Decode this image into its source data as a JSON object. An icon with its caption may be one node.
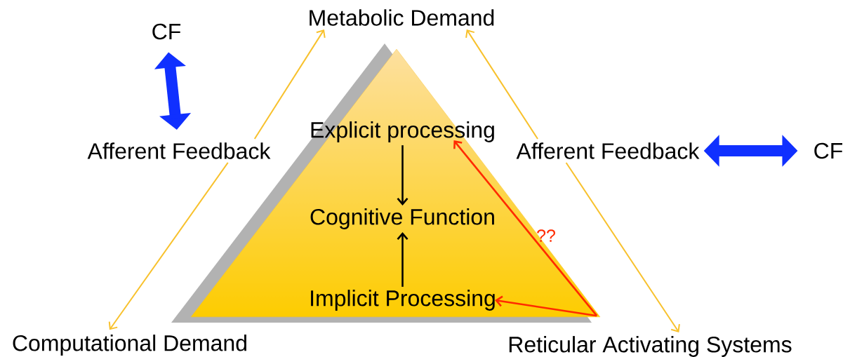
{
  "diagram": {
    "nodes": [
      {
        "text": [],
        "shape": "triangle"
      },
      {
        "text": [
          "Explicit processing"
        ],
        "in": 0
      },
      {
        "text": [
          "Cognitive Function"
        ],
        "in": 0
      },
      {
        "text": [
          "Implicit Processing"
        ],
        "in": 0
      },
      {
        "text": [
          "Metabolic Demand"
        ]
      },
      {
        "text": [
          "CF"
        ]
      },
      {
        "text": [
          "Afferent Feedback"
        ]
      },
      {
        "text": [
          "Computational Demand"
        ]
      },
      {
        "text": [
          "Afferent Feedback"
        ]
      },
      {
        "text": [
          "CF"
        ]
      },
      {
        "text": [
          "Reticular Activating Systems"
        ]
      }
    ],
    "edges": [
      {
        "from": 1,
        "to": 2,
        "arrow": "to",
        "color": "#000000"
      },
      {
        "from": 3,
        "to": 2,
        "arrow": "to",
        "color": "#000000"
      },
      {
        "from": 0,
        "to": 1,
        "arrow": "to",
        "label": "??",
        "color": "#ff2a00"
      },
      {
        "from": 0,
        "to": 3,
        "arrow": "to",
        "color": "#ff2a00"
      },
      {
        "from": 6,
        "to": 4,
        "arrow": "to"
      },
      {
        "from": 6,
        "to": 7,
        "arrow": "to"
      },
      {
        "from": 8,
        "to": 4,
        "arrow": "to"
      },
      {
        "from": 8,
        "to": 10,
        "arrow": "to"
      },
      {
        "from": 5,
        "to": 6,
        "arrow": "both",
        "style": "thick",
        "color": "#1030ff"
      },
      {
        "from": 8,
        "to": 9,
        "arrow": "both",
        "style": "thick",
        "color": "#1030ff"
      }
    ]
  }
}
